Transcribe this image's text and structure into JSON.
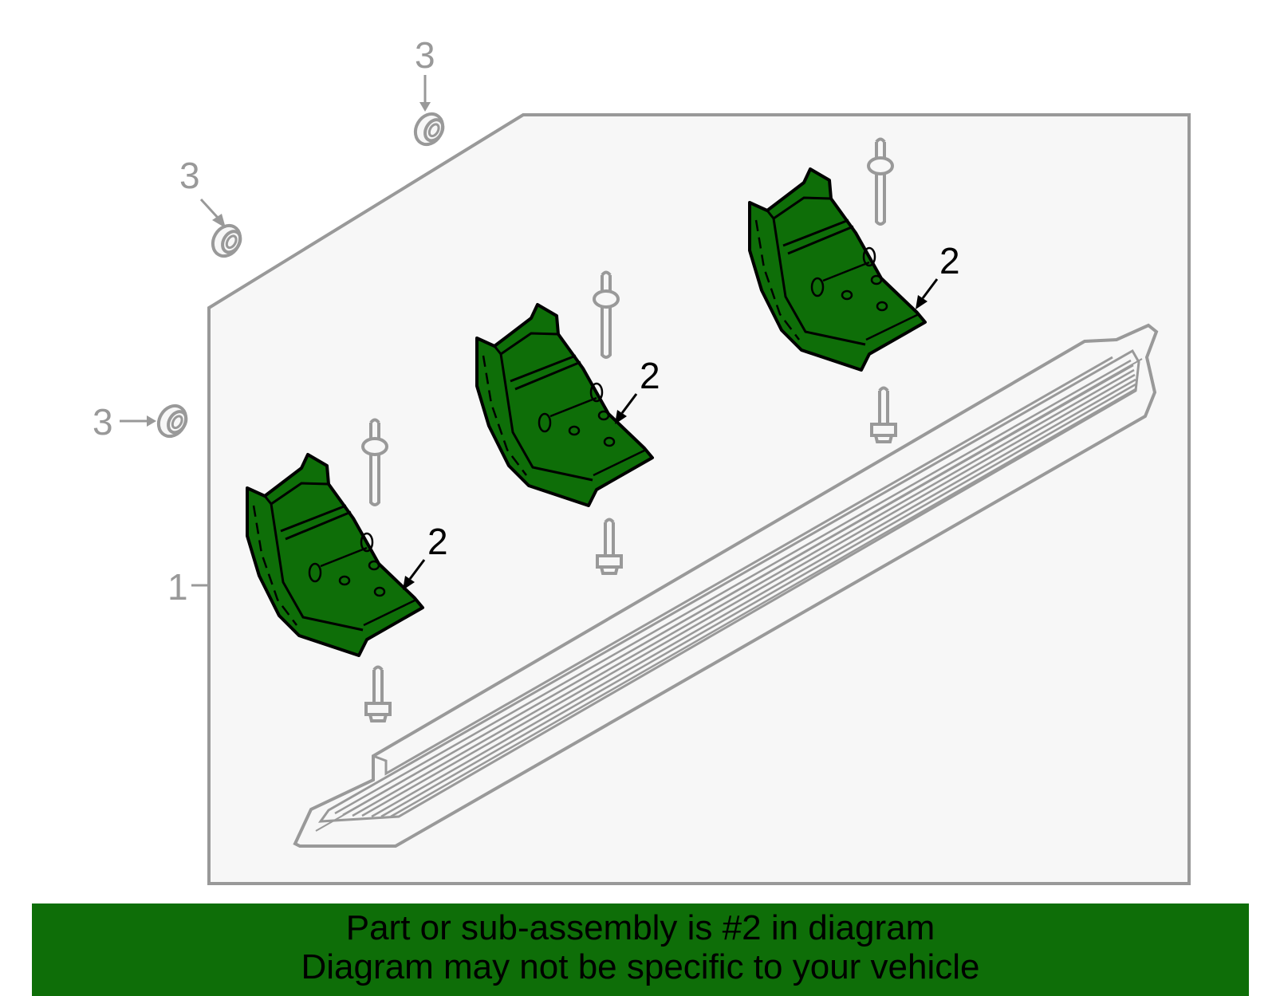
{
  "callouts": {
    "assembly": "1",
    "bracket": "2",
    "nut": "3"
  },
  "banner": {
    "line1": "Part or sub-assembly is #2 in diagram",
    "line2": "Diagram may not be specific to your vehicle"
  },
  "colors": {
    "highlight": "#0e6e08",
    "outline_gray": "#999999",
    "panel_fill": "#f7f7f7"
  }
}
